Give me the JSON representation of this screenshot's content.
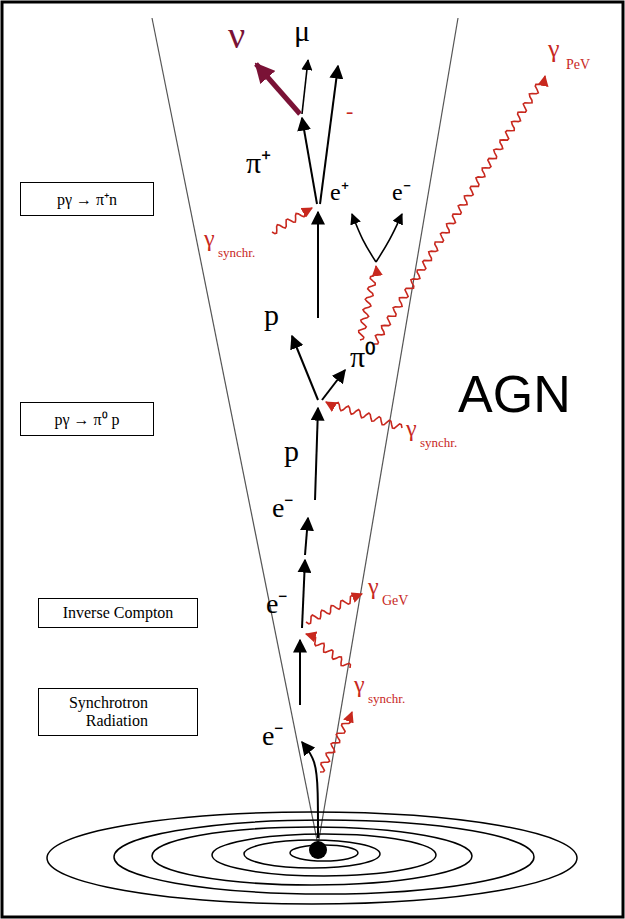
{
  "diagram": {
    "nodes": [
      {
        "text": [
          "pγ → π⁺n"
        ]
      },
      {
        "text": [
          "pγ → π⁰ p"
        ]
      },
      {
        "text": [
          "Inverse Compton"
        ]
      },
      {
        "text": [
          "Synchrotron Radiation"
        ]
      }
    ],
    "labels": [
      "ν",
      "μ",
      "-",
      "π⁺",
      "e⁺",
      "e⁻",
      "γ",
      "PeV",
      "γ",
      "synchr.",
      "p",
      "π⁰",
      "AGN",
      "γ",
      "synchr.",
      "p",
      "e⁻",
      "γ",
      "GeV",
      "e⁻",
      "γ",
      "synchr.",
      "e⁻"
    ]
  }
}
